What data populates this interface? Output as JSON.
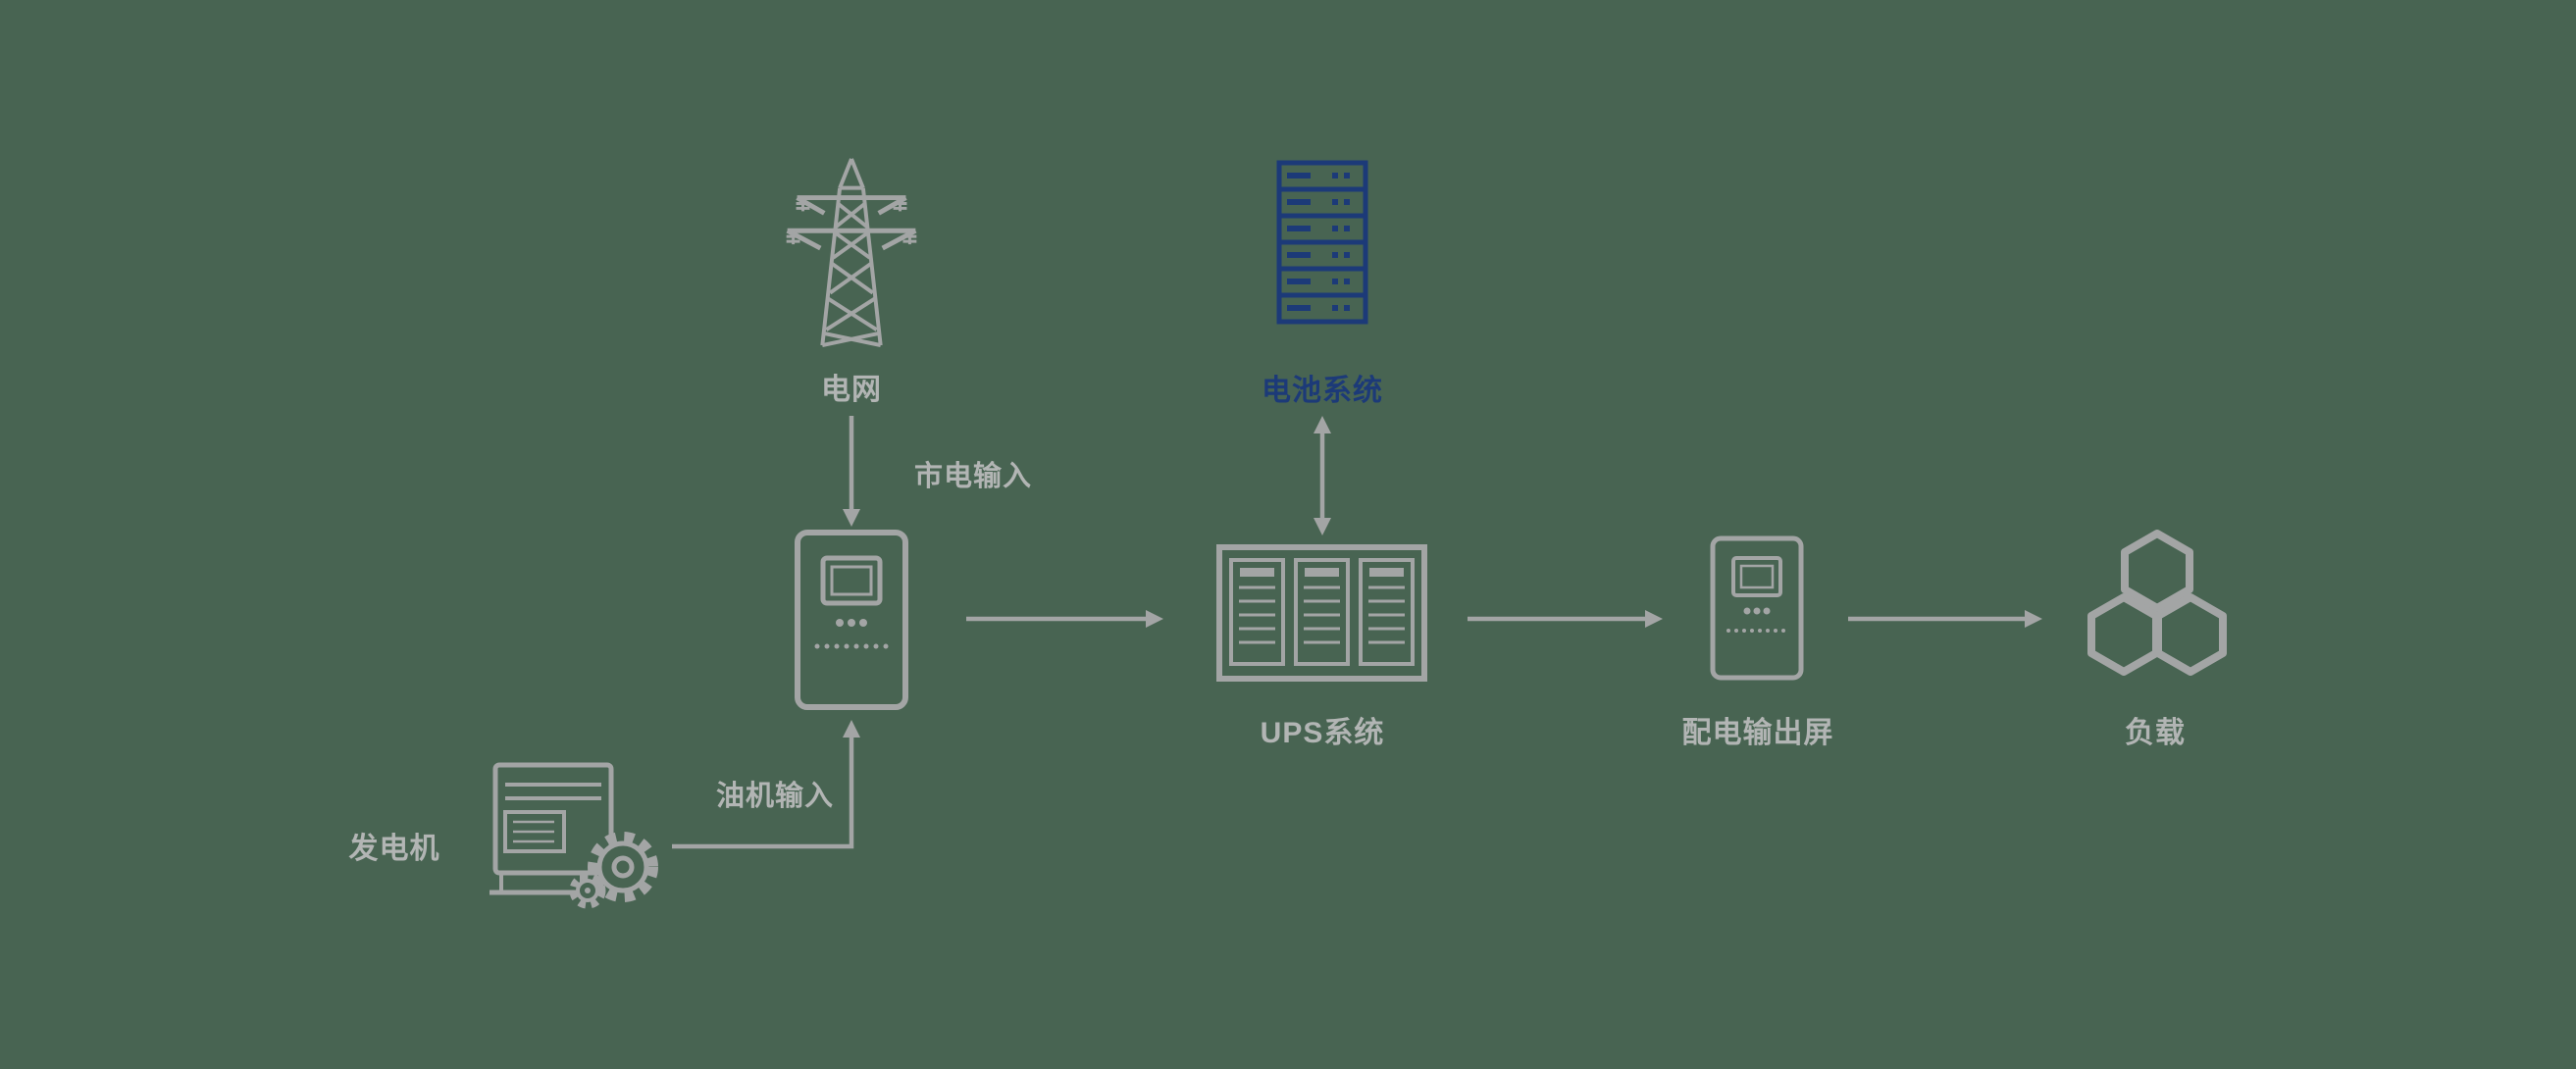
{
  "colors": {
    "background": "#486452",
    "gray": "#a3a5a5",
    "label_gray": "#b2b5b4",
    "navy": "#1c3a78"
  },
  "nodes": {
    "grid": {
      "label": "电网",
      "icon": "transmission-tower-icon"
    },
    "battery": {
      "label": "电池系统",
      "icon": "battery-rack-icon"
    },
    "input_cabinet": {
      "label": "",
      "icon": "ups-input-cabinet-icon"
    },
    "ups": {
      "label": "UPS系统",
      "icon": "ups-system-icon"
    },
    "output_panel": {
      "label": "配电输出屏",
      "icon": "distribution-panel-icon"
    },
    "load": {
      "label": "负载",
      "icon": "load-hexagons-icon"
    },
    "generator": {
      "label": "发电机",
      "icon": "generator-icon"
    }
  },
  "edges": {
    "mains": {
      "label": "市电输入"
    },
    "genset": {
      "label": "油机输入"
    }
  }
}
